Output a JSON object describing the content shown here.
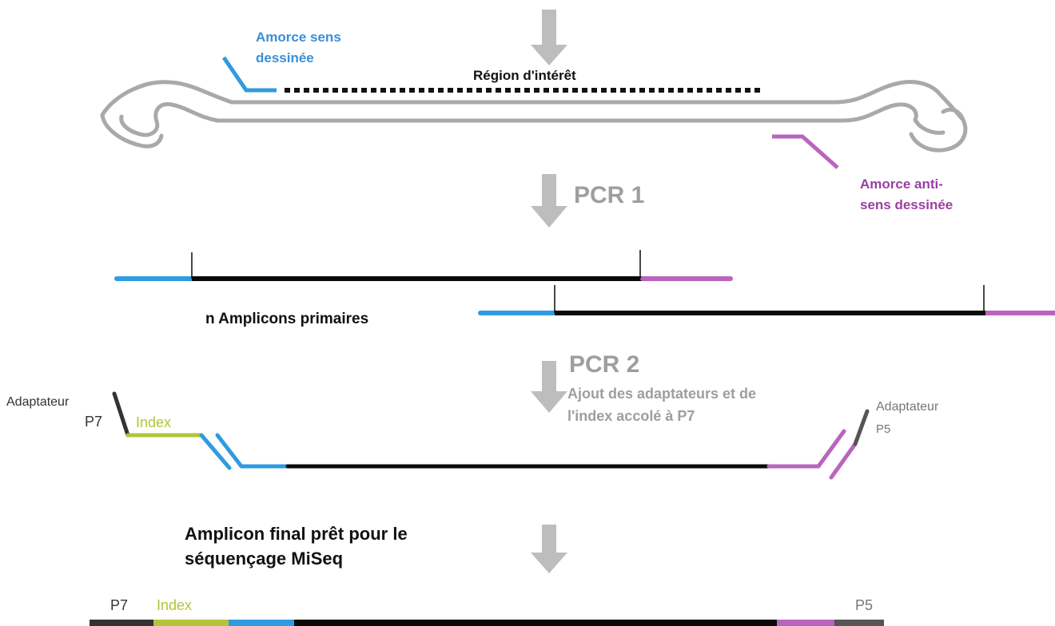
{
  "labels": {
    "sense_primer": [
      "Amorce sens",
      "dessinée"
    ],
    "region": "Région d'intérêt",
    "antisense_primer": [
      "Amorce anti-",
      "sens dessinée"
    ],
    "pcr1": "PCR 1",
    "primary_amplicons": "n Amplicons primaires",
    "pcr2": "PCR 2",
    "pcr2_desc": [
      "Ajout des adaptateurs et de",
      "l'index accolé à P7"
    ],
    "adapter_p7": [
      "Adaptateur",
      "P7"
    ],
    "index": "Index",
    "adapter_p5": [
      "Adaptateur",
      "P5"
    ],
    "final_amplicon": [
      "Amplicon final prêt pour le",
      "séquençage MiSeq"
    ],
    "final_p7": "P7",
    "final_index": "Index",
    "final_p5": "P5"
  },
  "colors": {
    "sense": "#2f9be0",
    "antisense": "#b965bd",
    "index": "#b3c43a",
    "template": "#0a0a0a",
    "dna_strand": "#a9a9a9",
    "arrow": "#bdbdbd",
    "pcr_label": "#9e9e9e",
    "sense_label": "#3b8fd6",
    "antisense_label": "#9b3fa3",
    "adapter": "#333333"
  }
}
